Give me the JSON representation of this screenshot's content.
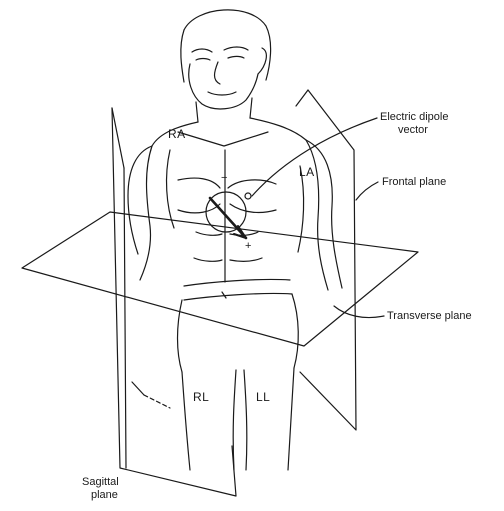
{
  "labels": {
    "dipole_line1": "Electric dipole",
    "dipole_line2": "vector",
    "frontal": "Frontal plane",
    "transverse": "Transverse plane",
    "sagittal_line1": "Sagittal",
    "sagittal_line2": "plane",
    "ra": "RA",
    "la": "LA",
    "rl": "RL",
    "ll": "LL",
    "minus": "−",
    "plus": "+"
  },
  "colors": {
    "ink": "#1a1a1a",
    "background": "#ffffff"
  }
}
